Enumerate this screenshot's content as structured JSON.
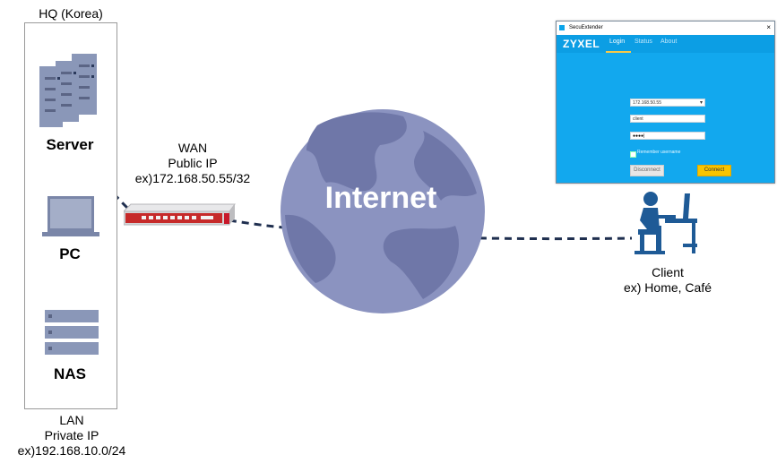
{
  "hq": {
    "title": "HQ (Korea)",
    "devices": [
      "Server",
      "PC",
      "NAS"
    ]
  },
  "lan": {
    "line1": "LAN",
    "line2": "Private IP",
    "line3": "ex)192.168.10.0/24"
  },
  "wan": {
    "line1": "WAN",
    "line2": "Public IP",
    "line3": "ex)172.168.50.55/32"
  },
  "internet": {
    "label": "Internet"
  },
  "client": {
    "line1": "Client",
    "line2": "ex) Home, Café"
  },
  "secuextender": {
    "window_title": "SecuExtender",
    "close_glyph": "×",
    "brand": "ZYXEL",
    "tabs": [
      "Login",
      "Status",
      "About"
    ],
    "server_value": "172.168.50.55",
    "username_value": "client",
    "password_value": "●●●●|",
    "remember_label": "Remember username",
    "disconnect_label": "Disconnect",
    "connect_label": "Connect"
  },
  "colors": {
    "globe": "#8b93c0",
    "land": "#6f77a8",
    "icon": "#8a97b8",
    "dashed": "#1f2f4f",
    "brand_blue": "#12a8ee"
  }
}
